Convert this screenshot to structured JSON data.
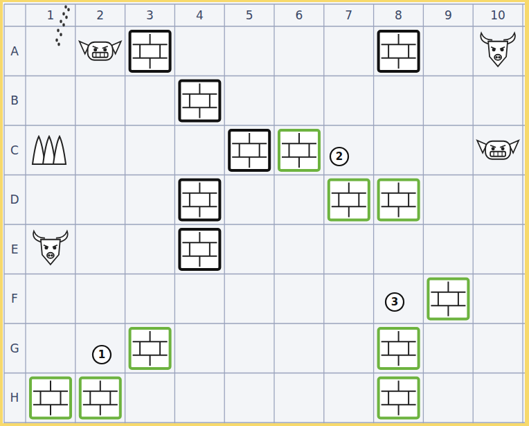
{
  "diagram": {
    "labels": [
      "1",
      "2",
      "3",
      "4",
      "5",
      "6",
      "7",
      "8",
      "9",
      "10",
      "A",
      "B",
      "C",
      "D",
      "E",
      "F",
      "G",
      "H",
      "1",
      "2",
      "3"
    ]
  }
}
